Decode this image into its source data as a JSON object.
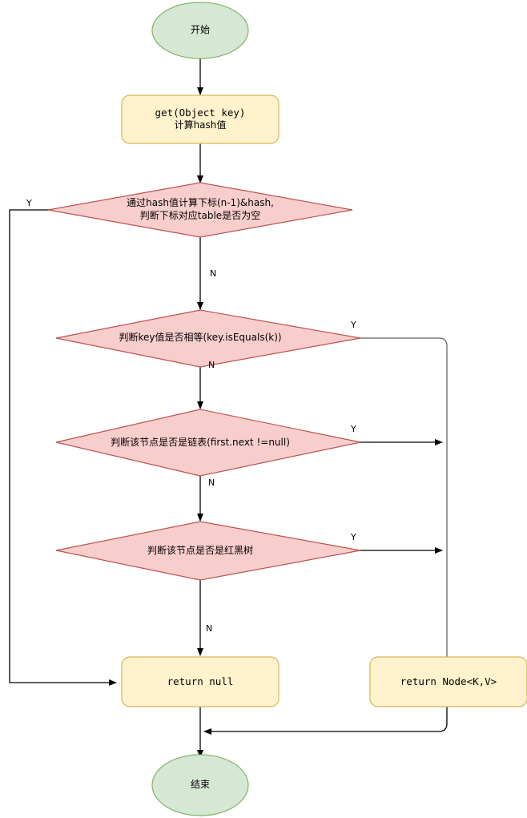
{
  "diagram": {
    "title": "HashMap get(Object key) flowchart",
    "colors": {
      "terminator_fill": "#d5e8d4",
      "terminator_stroke": "#82b366",
      "process_fill": "#fff2cc",
      "process_stroke": "#d6b656",
      "decision_fill": "#f8cecc",
      "decision_stroke": "#b85450",
      "edge_stroke": "#000000",
      "merge_edge_stroke": "#666666",
      "text": "#000000",
      "background": "#ffffff"
    },
    "nodes": {
      "start": {
        "type": "terminator",
        "label": "开始"
      },
      "get_hash": {
        "type": "process",
        "line1": "get(Object key)",
        "line2": "计算hash值"
      },
      "table_empty": {
        "type": "decision",
        "line1": "通过hash值计算下标(n-1)&hash,",
        "line2": "判断下标对应table是否为空"
      },
      "key_equals": {
        "type": "decision",
        "line1": "判断key值是否相等(key.isEquals(k))"
      },
      "is_linked_list": {
        "type": "decision",
        "line1": "判断该节点是否是链表(first.next !=null)"
      },
      "is_red_black_tree": {
        "type": "decision",
        "line1": "判断该节点是否是红黑树"
      },
      "return_null": {
        "type": "process",
        "line1": "return null"
      },
      "return_node": {
        "type": "process",
        "line1": "return Node<K,V>"
      },
      "end": {
        "type": "terminator",
        "label": "结束"
      }
    },
    "edge_labels": {
      "table_empty_yes": "Y",
      "table_empty_no": "N",
      "key_equals_yes": "Y",
      "key_equals_no": "N",
      "linked_list_yes": "Y",
      "linked_list_no": "N",
      "red_black_tree_yes": "Y",
      "red_black_tree_no": "N"
    }
  },
  "chart_data": {
    "type": "diagram",
    "title": "HashMap get(Object key) flowchart",
    "nodes": [
      {
        "id": "start",
        "shape": "ellipse",
        "text": "开始"
      },
      {
        "id": "get_hash",
        "shape": "rounded-rect",
        "text": "get(Object key) 计算hash值"
      },
      {
        "id": "table_empty",
        "shape": "diamond",
        "text": "通过hash值计算下标(n-1)&hash,判断下标对应table是否为空"
      },
      {
        "id": "key_equals",
        "shape": "diamond",
        "text": "判断key值是否相等(key.isEquals(k))"
      },
      {
        "id": "is_linked_list",
        "shape": "diamond",
        "text": "判断该节点是否是链表(first.next !=null)"
      },
      {
        "id": "is_red_black_tree",
        "shape": "diamond",
        "text": "判断该节点是否是红黑树"
      },
      {
        "id": "return_null",
        "shape": "rounded-rect",
        "text": "return null"
      },
      {
        "id": "return_node",
        "shape": "rounded-rect",
        "text": "return Node<K,V>"
      },
      {
        "id": "end",
        "shape": "ellipse",
        "text": "结束"
      }
    ],
    "edges": [
      {
        "from": "start",
        "to": "get_hash",
        "label": ""
      },
      {
        "from": "get_hash",
        "to": "table_empty",
        "label": ""
      },
      {
        "from": "table_empty",
        "to": "return_null",
        "label": "Y"
      },
      {
        "from": "table_empty",
        "to": "key_equals",
        "label": "N"
      },
      {
        "from": "key_equals",
        "to": "return_node",
        "label": "Y"
      },
      {
        "from": "key_equals",
        "to": "is_linked_list",
        "label": "N"
      },
      {
        "from": "is_linked_list",
        "to": "return_node",
        "label": "Y"
      },
      {
        "from": "is_linked_list",
        "to": "is_red_black_tree",
        "label": "N"
      },
      {
        "from": "is_red_black_tree",
        "to": "return_node",
        "label": "Y"
      },
      {
        "from": "is_red_black_tree",
        "to": "return_null",
        "label": "N"
      },
      {
        "from": "return_null",
        "to": "end",
        "label": ""
      },
      {
        "from": "return_node",
        "to": "end",
        "label": ""
      }
    ]
  }
}
